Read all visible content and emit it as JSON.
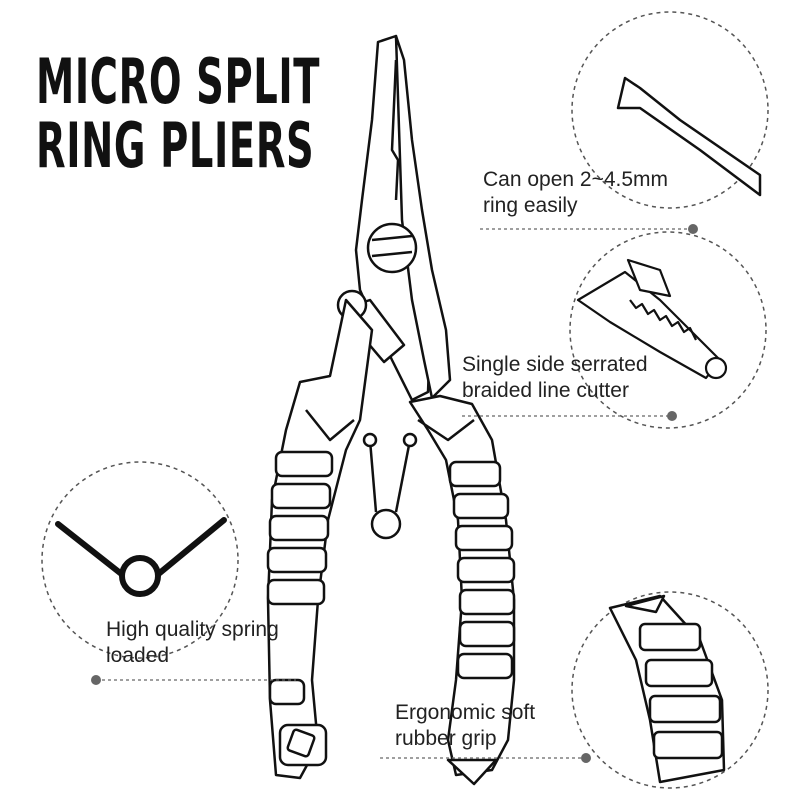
{
  "title": {
    "line1": "MICRO SPLIT",
    "line2": "RING PLIERS"
  },
  "callouts": [
    {
      "id": "ring",
      "line1": "Can open 2~4.5mm",
      "line2": "ring easily"
    },
    {
      "id": "cutter",
      "line1": "Single side serrated",
      "line2": "braided line cutter"
    },
    {
      "id": "spring",
      "line1": "High quality spring",
      "line2": "loaded"
    },
    {
      "id": "grip",
      "line1": "Ergonomic soft",
      "line2": "rubber grip"
    }
  ],
  "colors": {
    "line": "#111111",
    "dotted": "#555555",
    "dot": "#666666",
    "background": "#ffffff"
  },
  "icons": [
    "pliers-illustration",
    "jaw-tip-detail",
    "serrated-cutter-detail",
    "spring-detail",
    "grip-detail"
  ]
}
